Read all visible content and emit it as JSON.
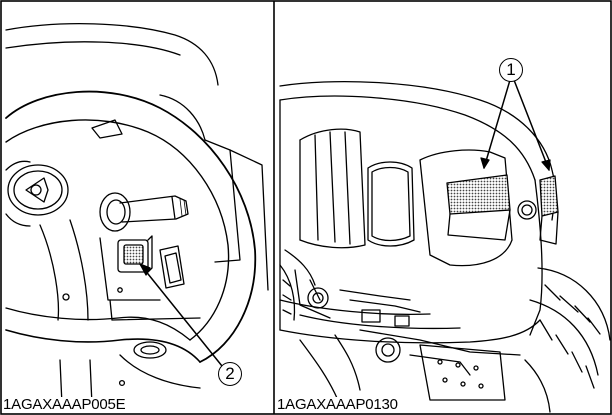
{
  "figure": {
    "panels": [
      {
        "code": "1AGAXAAAP005E",
        "callouts": [
          "2"
        ]
      },
      {
        "code": "1AGAXAAAP0130",
        "callouts": [
          "1"
        ]
      }
    ]
  }
}
